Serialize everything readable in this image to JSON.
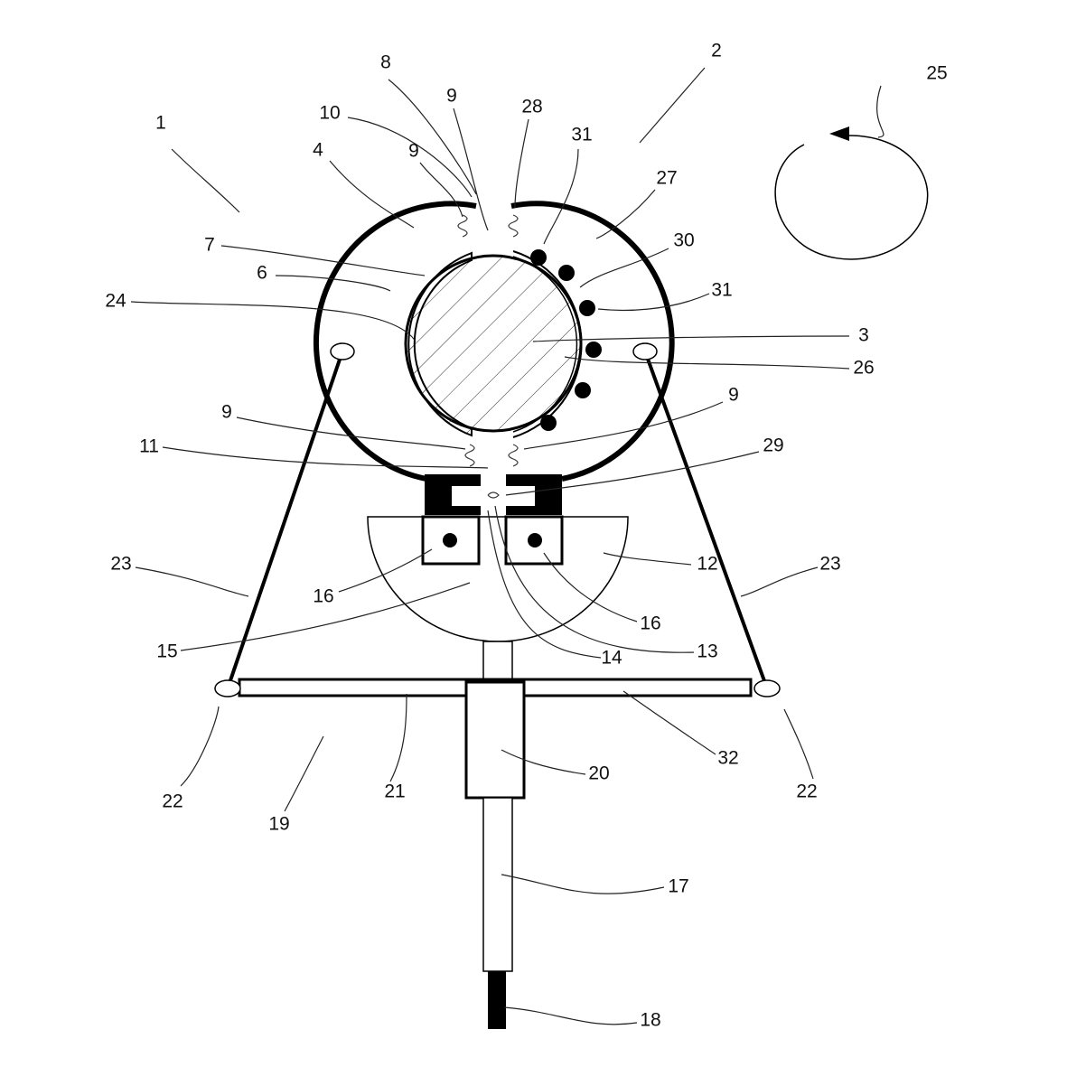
{
  "figure": {
    "reference_numerals": [
      "1",
      "2",
      "8",
      "9",
      "28",
      "25",
      "10",
      "31",
      "4",
      "9",
      "27",
      "7",
      "30",
      "6",
      "24",
      "31",
      "3",
      "26",
      "9",
      "9",
      "11",
      "29",
      "23",
      "12",
      "23",
      "16",
      "16",
      "15",
      "13",
      "14",
      "32",
      "20",
      "22",
      "21",
      "22",
      "19",
      "17",
      "18"
    ]
  }
}
